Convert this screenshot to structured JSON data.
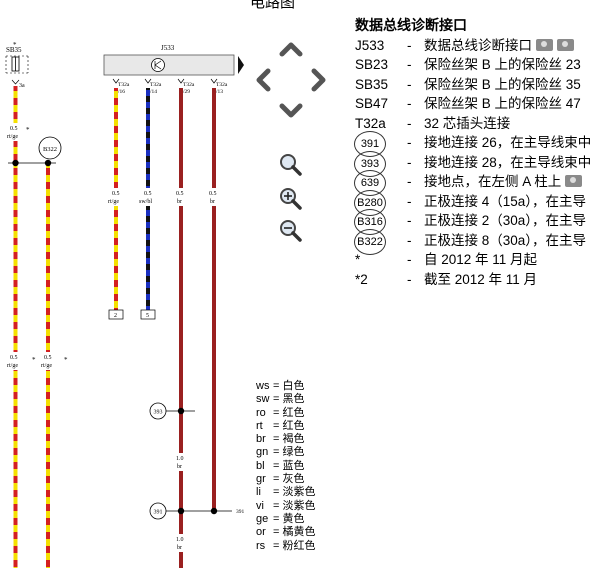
{
  "header": {
    "title": "电路图"
  },
  "components": {
    "fuse": "SB35",
    "module": "J533",
    "pin_fuse": "3a"
  },
  "ground_points": [
    "B322",
    "393",
    "391"
  ],
  "ground_label_right": "391",
  "pins": [
    {
      "connector": "T32a",
      "num": "/16"
    },
    {
      "connector": "T32a",
      "num": "/14"
    },
    {
      "connector": "T32a",
      "num": "/29"
    },
    {
      "connector": "T32a",
      "num": "/13"
    }
  ],
  "wire_labels": {
    "left_top": {
      "size": "0.5",
      "color": "rt/ge"
    },
    "left_low_a": {
      "size": "0.5",
      "color": "rt/ge"
    },
    "left_low_b": {
      "size": "0.5",
      "color": "rt/ge"
    },
    "w1": {
      "size": "0.5",
      "color": "rt/ge"
    },
    "w2": {
      "size": "0.5",
      "color": "sw/bl"
    },
    "w3": {
      "size": "0.5",
      "color": "br"
    },
    "w4": {
      "size": "0.5",
      "color": "br"
    },
    "br_a": {
      "size": "1.0",
      "color": "br"
    },
    "br_b": {
      "size": "1.0",
      "color": "br"
    }
  },
  "box_refs": [
    "2",
    "5"
  ],
  "star": "*",
  "legend": {
    "title": "数据总线诊断接口",
    "items": [
      {
        "code": "J533",
        "desc": "数据总线诊断接口",
        "circle": false,
        "cameras": 2
      },
      {
        "code": "SB23",
        "desc": "保险丝架 B 上的保险丝 23",
        "circle": false,
        "cameras": 0
      },
      {
        "code": "SB35",
        "desc": "保险丝架 B 上的保险丝 35",
        "circle": false,
        "cameras": 0
      },
      {
        "code": "SB47",
        "desc": "保险丝架 B 上的保险丝 47",
        "circle": false,
        "cameras": 0
      },
      {
        "code": "T32a",
        "desc": "32 芯插头连接",
        "circle": false,
        "cameras": 0
      },
      {
        "code": "391",
        "desc": "接地连接 26，在主导线束中",
        "circle": true,
        "cameras": 0
      },
      {
        "code": "393",
        "desc": "接地连接 28，在主导线束中",
        "circle": true,
        "cameras": 0
      },
      {
        "code": "639",
        "desc": "接地点，在左侧 A 柱上",
        "circle": true,
        "cameras": 1
      },
      {
        "code": "B280",
        "desc": "正极连接 4（15a），在主导",
        "circle": true,
        "cameras": 0
      },
      {
        "code": "B316",
        "desc": "正极连接 2（30a），在主导",
        "circle": true,
        "cameras": 0
      },
      {
        "code": "B322",
        "desc": "正极连接 8（30a），在主导",
        "circle": true,
        "cameras": 0
      },
      {
        "code": "*",
        "desc": "自 2012 年 11 月起",
        "circle": false,
        "cameras": 0
      },
      {
        "code": "*2",
        "desc": "截至 2012 年 11 月",
        "circle": false,
        "cameras": 0
      }
    ]
  },
  "color_codes": [
    {
      "code": "ws",
      "name": "白色"
    },
    {
      "code": "sw",
      "name": "黑色"
    },
    {
      "code": "ro",
      "name": "红色"
    },
    {
      "code": "rt",
      "name": "红色"
    },
    {
      "code": "br",
      "name": "褐色"
    },
    {
      "code": "gn",
      "name": "绿色"
    },
    {
      "code": "bl",
      "name": "蓝色"
    },
    {
      "code": "gr",
      "name": "灰色"
    },
    {
      "code": "li",
      "name": "淡紫色"
    },
    {
      "code": "vi",
      "name": "淡紫色"
    },
    {
      "code": "ge",
      "name": "黄色"
    },
    {
      "code": "or",
      "name": "橘黄色"
    },
    {
      "code": "rs",
      "name": "粉红色"
    }
  ],
  "colors": {
    "red": "#d42020",
    "yellow": "#f5e000",
    "brown": "#9a2020",
    "black": "#111111",
    "blue": "#1a2fc0"
  },
  "nav_icons": [
    "arrow-up-icon",
    "arrow-left-icon",
    "arrow-right-icon",
    "arrow-down-icon",
    "zoom-icon",
    "zoom-in-icon",
    "zoom-out-icon"
  ]
}
